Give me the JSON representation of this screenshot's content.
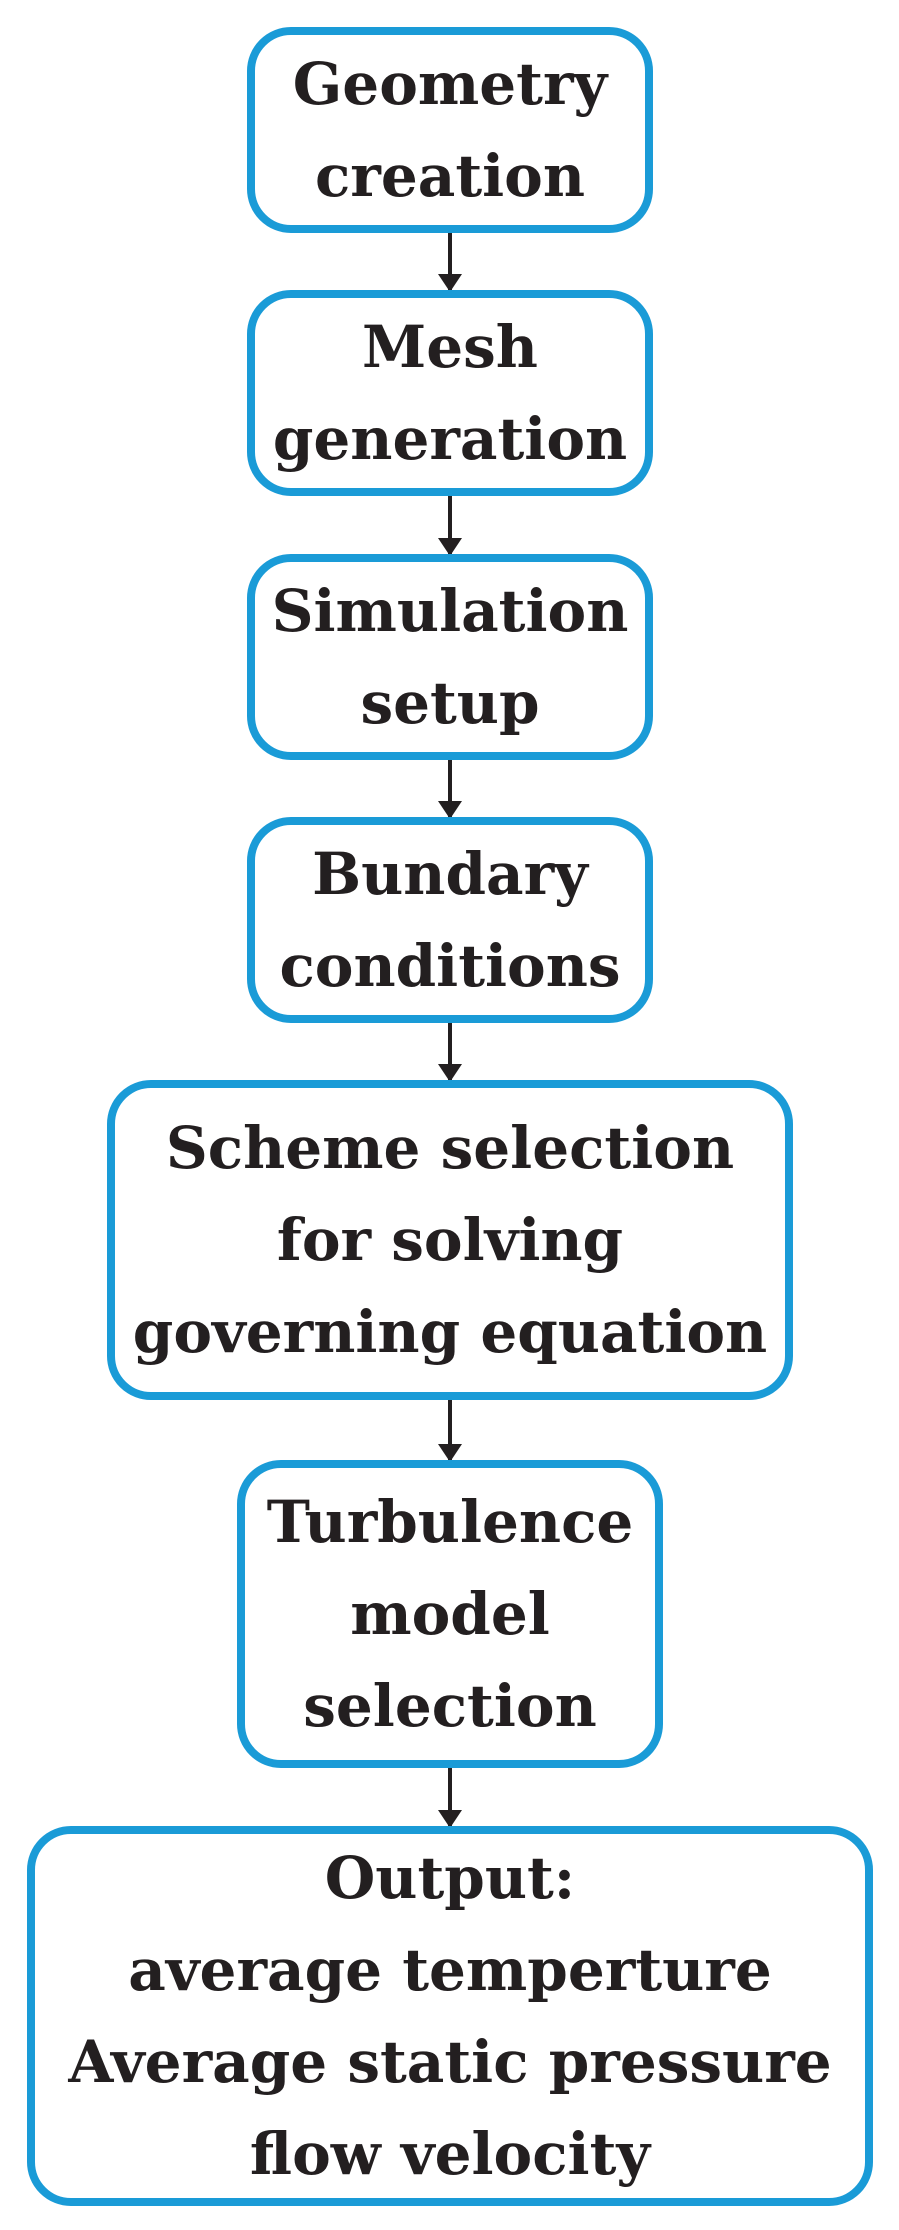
{
  "diagram": {
    "steps": [
      {
        "lines": [
          "Geometry",
          "creation"
        ]
      },
      {
        "lines": [
          "Mesh",
          "generation"
        ]
      },
      {
        "lines": [
          "Simulation",
          "setup"
        ]
      },
      {
        "lines": [
          "Bundary",
          "conditions"
        ]
      },
      {
        "lines": [
          "Scheme selection",
          "for solving",
          "governing equation"
        ]
      },
      {
        "lines": [
          "Turbulence",
          "model",
          "selection"
        ]
      },
      {
        "lines": [
          "Output:",
          "average temperture",
          "Average static pressure",
          "flow velocity"
        ]
      }
    ],
    "colors": {
      "box_border": "#1a9bd7",
      "text": "#231f20",
      "arrow": "#231f20"
    }
  }
}
